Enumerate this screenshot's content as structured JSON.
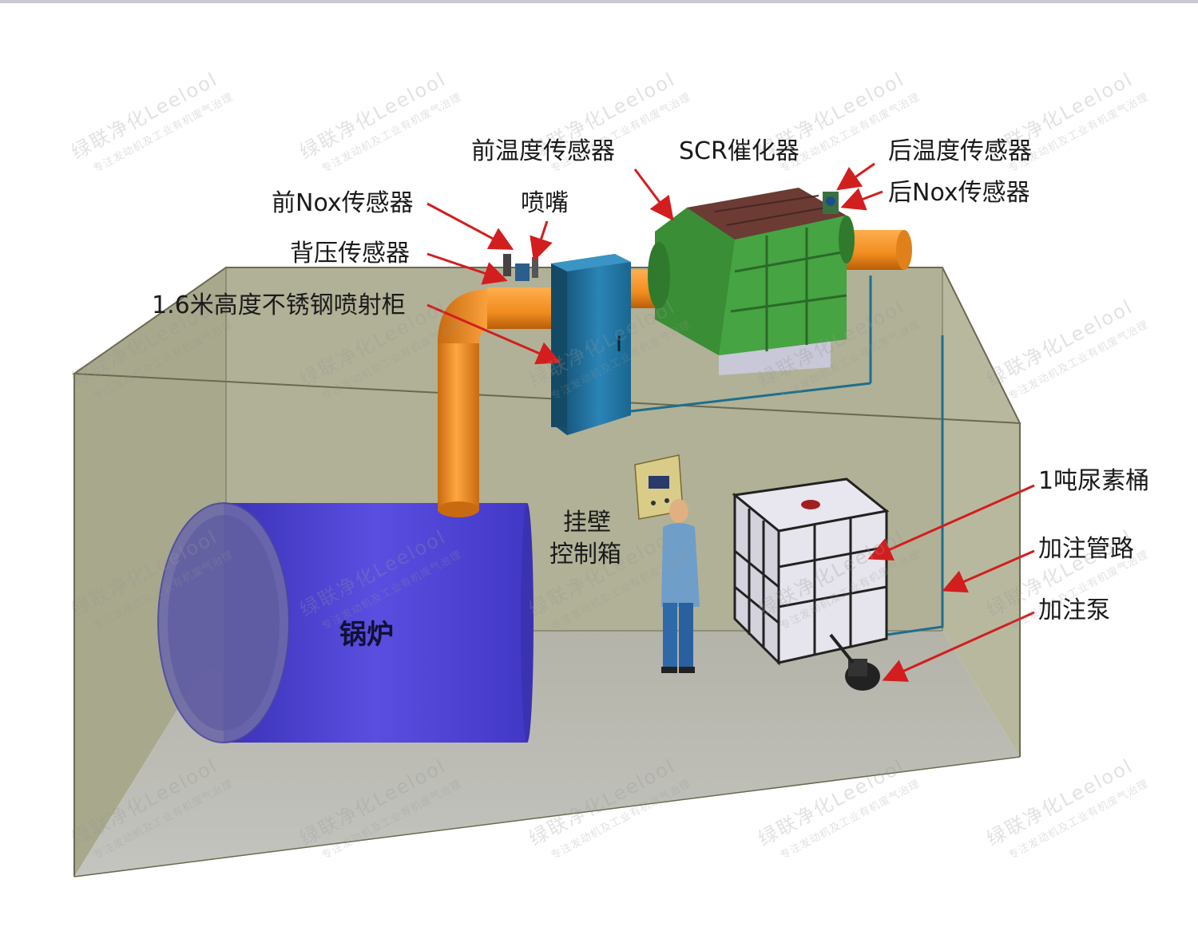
{
  "labels": {
    "front_temp_sensor": "前温度传感器",
    "scr_catalyst": "SCR催化器",
    "rear_temp_sensor": "后温度传感器",
    "front_nox_sensor": "前Nox传感器",
    "nozzle": "喷嘴",
    "rear_nox_sensor": "后Nox传感器",
    "back_pressure_sensor": "背压传感器",
    "spray_cabinet": "1.6米高度不锈钢喷射柜",
    "wall_control_box_line1": "挂壁",
    "wall_control_box_line2": "控制箱",
    "urea_tank": "1吨尿素桶",
    "fill_pipeline": "加注管路",
    "fill_pump": "加注泵",
    "boiler": "锅炉"
  },
  "watermark": {
    "line1": "绿联净化Leelool",
    "line2": "专注发动机及工业有机废气治理"
  },
  "colors": {
    "room_wall": "#a9a98a",
    "room_floor": "#b9b9b4",
    "pipe": "#f08c1e",
    "boiler": "#4a3fd0",
    "scr_body": "#3e9a3a",
    "scr_top": "#6a3a34",
    "cabinet": "#1e6e9c",
    "arrow": "#d21e1e"
  }
}
